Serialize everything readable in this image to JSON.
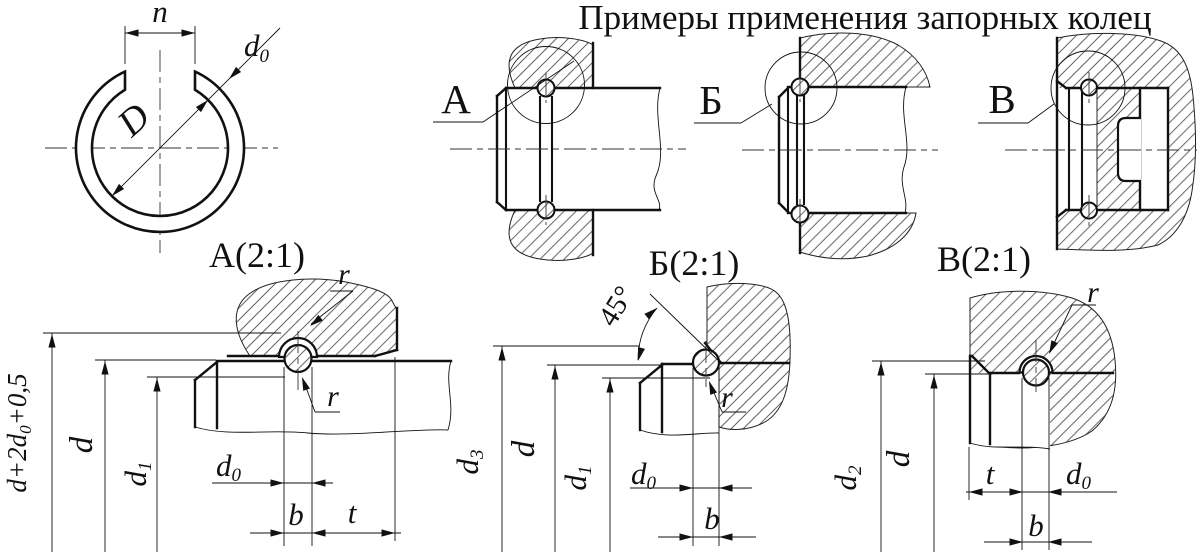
{
  "title": "Примеры применения запорных колец",
  "ring_view": {
    "width_label": "n",
    "diameter_label": "D",
    "wire_main": "d",
    "wire_sub": "0"
  },
  "sections": [
    {
      "label": "А"
    },
    {
      "label": "Б"
    },
    {
      "label": "В"
    }
  ],
  "detail_a": {
    "title": "А(2:1)",
    "radius_top": "r",
    "radius_bottom": "r",
    "dim_outer_main": "d+2d",
    "dim_outer_sub": "0",
    "dim_outer_suffix": "+0,5",
    "dim_d": "d",
    "dim_d1_main": "d",
    "dim_d1_sub": "1",
    "dim_d0_main": "d",
    "dim_d0_sub": "0",
    "dim_b": "b",
    "dim_t": "t"
  },
  "detail_b": {
    "title": "Б(2:1)",
    "chamfer_angle": "45°",
    "radius": "r",
    "dim_d3_main": "d",
    "dim_d3_sub": "3",
    "dim_d": "d",
    "dim_d1_main": "d",
    "dim_d1_sub": "1",
    "dim_d0_main": "d",
    "dim_d0_sub": "0",
    "dim_b": "b"
  },
  "detail_v": {
    "title": "В(2:1)",
    "radius": "r",
    "dim_d2_main": "d",
    "dim_d2_sub": "2",
    "dim_d": "d",
    "dim_t": "t",
    "dim_d0_main": "d",
    "dim_d0_sub": "0",
    "dim_b": "b"
  }
}
